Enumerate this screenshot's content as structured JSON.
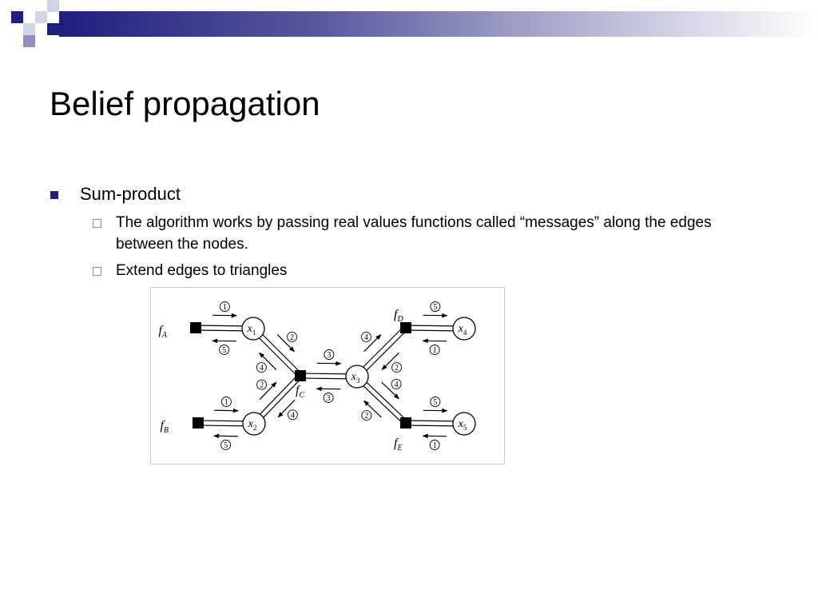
{
  "slide": {
    "title": "Belief propagation",
    "accent_color": "#1f1f7e",
    "bullets": [
      {
        "text": "Sum-product",
        "children": [
          "The algorithm works by passing real values functions called “messages” along the edges between the nodes.",
          "Extend edges to triangles"
        ]
      }
    ]
  },
  "diagram": {
    "variables": [
      {
        "id": "x1",
        "base": "x",
        "sub": "1"
      },
      {
        "id": "x2",
        "base": "x",
        "sub": "2"
      },
      {
        "id": "x3",
        "base": "x",
        "sub": "3"
      },
      {
        "id": "x4",
        "base": "x",
        "sub": "4"
      },
      {
        "id": "x5",
        "base": "x",
        "sub": "5"
      }
    ],
    "factors": [
      {
        "id": "fA",
        "base": "f",
        "sub": "A"
      },
      {
        "id": "fB",
        "base": "f",
        "sub": "B"
      },
      {
        "id": "fC",
        "base": "f",
        "sub": "C"
      },
      {
        "id": "fD",
        "base": "f",
        "sub": "D"
      },
      {
        "id": "fE",
        "base": "f",
        "sub": "E"
      }
    ],
    "edges": [
      {
        "from": "fA",
        "to": "x1",
        "messages": [
          "1",
          "5"
        ]
      },
      {
        "from": "fB",
        "to": "x2",
        "messages": [
          "1",
          "5"
        ]
      },
      {
        "from": "x1",
        "to": "fC",
        "messages": [
          "2",
          "4"
        ]
      },
      {
        "from": "x2",
        "to": "fC",
        "messages": [
          "2",
          "4"
        ]
      },
      {
        "from": "fC",
        "to": "x3",
        "messages": [
          "3",
          "3"
        ]
      },
      {
        "from": "x3",
        "to": "fD",
        "messages": [
          "4",
          "2"
        ]
      },
      {
        "from": "x3",
        "to": "fE",
        "messages": [
          "4",
          "2"
        ]
      },
      {
        "from": "fD",
        "to": "x4",
        "messages": [
          "5",
          "1"
        ]
      },
      {
        "from": "fE",
        "to": "x5",
        "messages": [
          "5",
          "1"
        ]
      }
    ]
  }
}
